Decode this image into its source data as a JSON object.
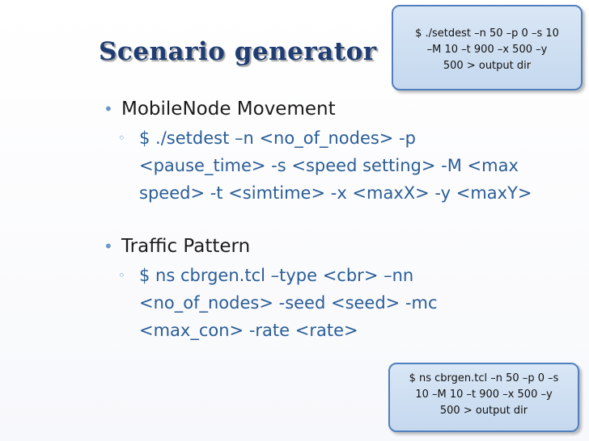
{
  "slide": {
    "title": "Scenario generator",
    "bullets": [
      {
        "label": "MobileNode Movement",
        "sub_lines": [
          "$ ./setdest –n <no_of_nodes> -p",
          "<pause_time> -s <speed setting> -M <max",
          "speed> -t <simtime> -x <maxX> -y <maxY>"
        ]
      },
      {
        "label": "Traffic Pattern",
        "sub_lines": [
          "$ ns cbrgen.tcl –type <cbr> –nn",
          "<no_of_nodes> -seed <seed> -mc",
          "<max_con> -rate <rate>"
        ]
      }
    ],
    "bullet_glyph": "•",
    "sub_bullet_glyph": "◦"
  },
  "callouts": {
    "top": {
      "lines": [
        "$ ./setdest –n 50 –p 0 –s 10",
        "–M 10 –t 900 –x 500 –y",
        "500 > output dir"
      ]
    },
    "bottom": {
      "lines": [
        "$ ns cbrgen.tcl –n 50 –p 0 –s",
        "10 –M 10 –t 900 –x 500 –y",
        "500 > output dir"
      ]
    }
  },
  "colors": {
    "title": "#1f3d73",
    "body_text": "#1b1b1b",
    "sub_text": "#2a5d96",
    "bullet": "#6c96c8",
    "callout_fill": "#c5d8ee",
    "callout_border": "#4f80bd"
  }
}
